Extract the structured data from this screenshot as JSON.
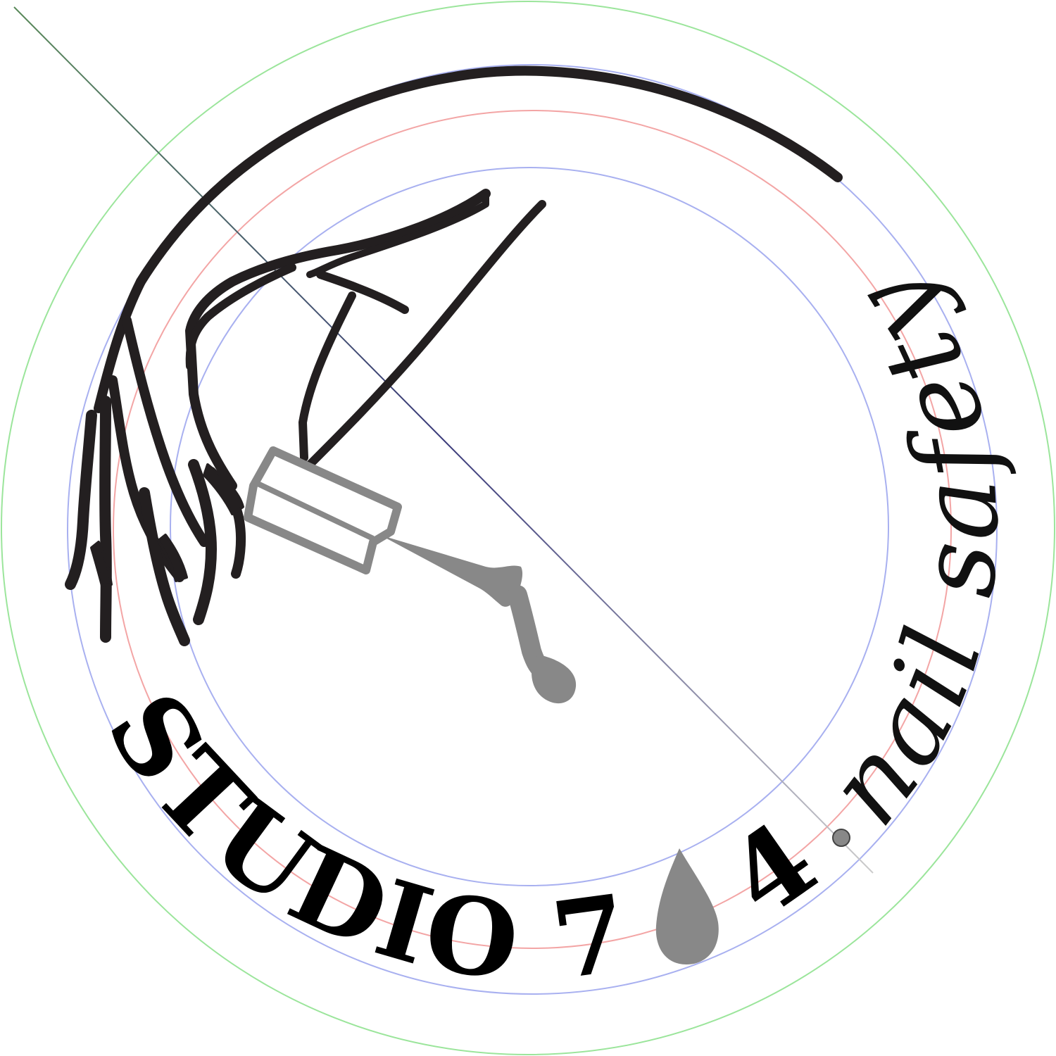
{
  "logo": {
    "brand_text": "STUDIO 7",
    "brand_suffix": "4",
    "tagline": "nail safety",
    "colors": {
      "ink": "#231f20",
      "polish": "#888888",
      "guide_green": "#9be59b",
      "guide_blue": "#a8b0f0",
      "guide_red": "#f3a5a5",
      "background": "#ffffff"
    },
    "icons": [
      "hand-icon",
      "nail-polish-brush-icon",
      "polish-drop-icon"
    ]
  }
}
